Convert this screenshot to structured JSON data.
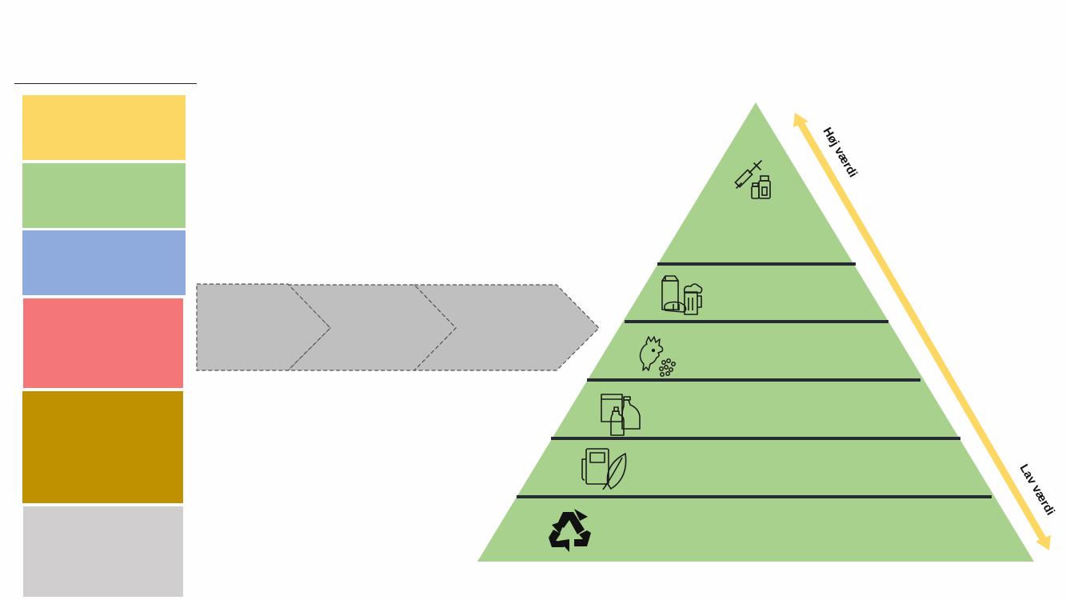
{
  "legend": {
    "blocks": [
      {
        "name": "legend-block-yellow",
        "color": "#FDD764"
      },
      {
        "name": "legend-block-green",
        "color": "#A9D18E"
      },
      {
        "name": "legend-block-blue",
        "color": "#8FAADC"
      },
      {
        "name": "legend-block-red",
        "color": "#F47678"
      },
      {
        "name": "legend-block-ochre",
        "color": "#BF9000"
      },
      {
        "name": "legend-block-gray",
        "color": "#D0CECE"
      }
    ]
  },
  "process_arrow": {
    "color": "#BFBFBF",
    "border_color": "#555555"
  },
  "pyramid": {
    "fill": "#A9D18E",
    "divider_color": "#262A33",
    "levels": [
      {
        "icon": "syringe-medicine-icon"
      },
      {
        "icon": "food-beverage-icon"
      },
      {
        "icon": "animal-feed-icon"
      },
      {
        "icon": "chemicals-bottles-icon"
      },
      {
        "icon": "fuel-energy-icon"
      },
      {
        "icon": "recycle-icon"
      }
    ]
  },
  "value_scale": {
    "high_label": "Høj værdi",
    "low_label": "Lav værdi",
    "color": "#FDD764"
  }
}
